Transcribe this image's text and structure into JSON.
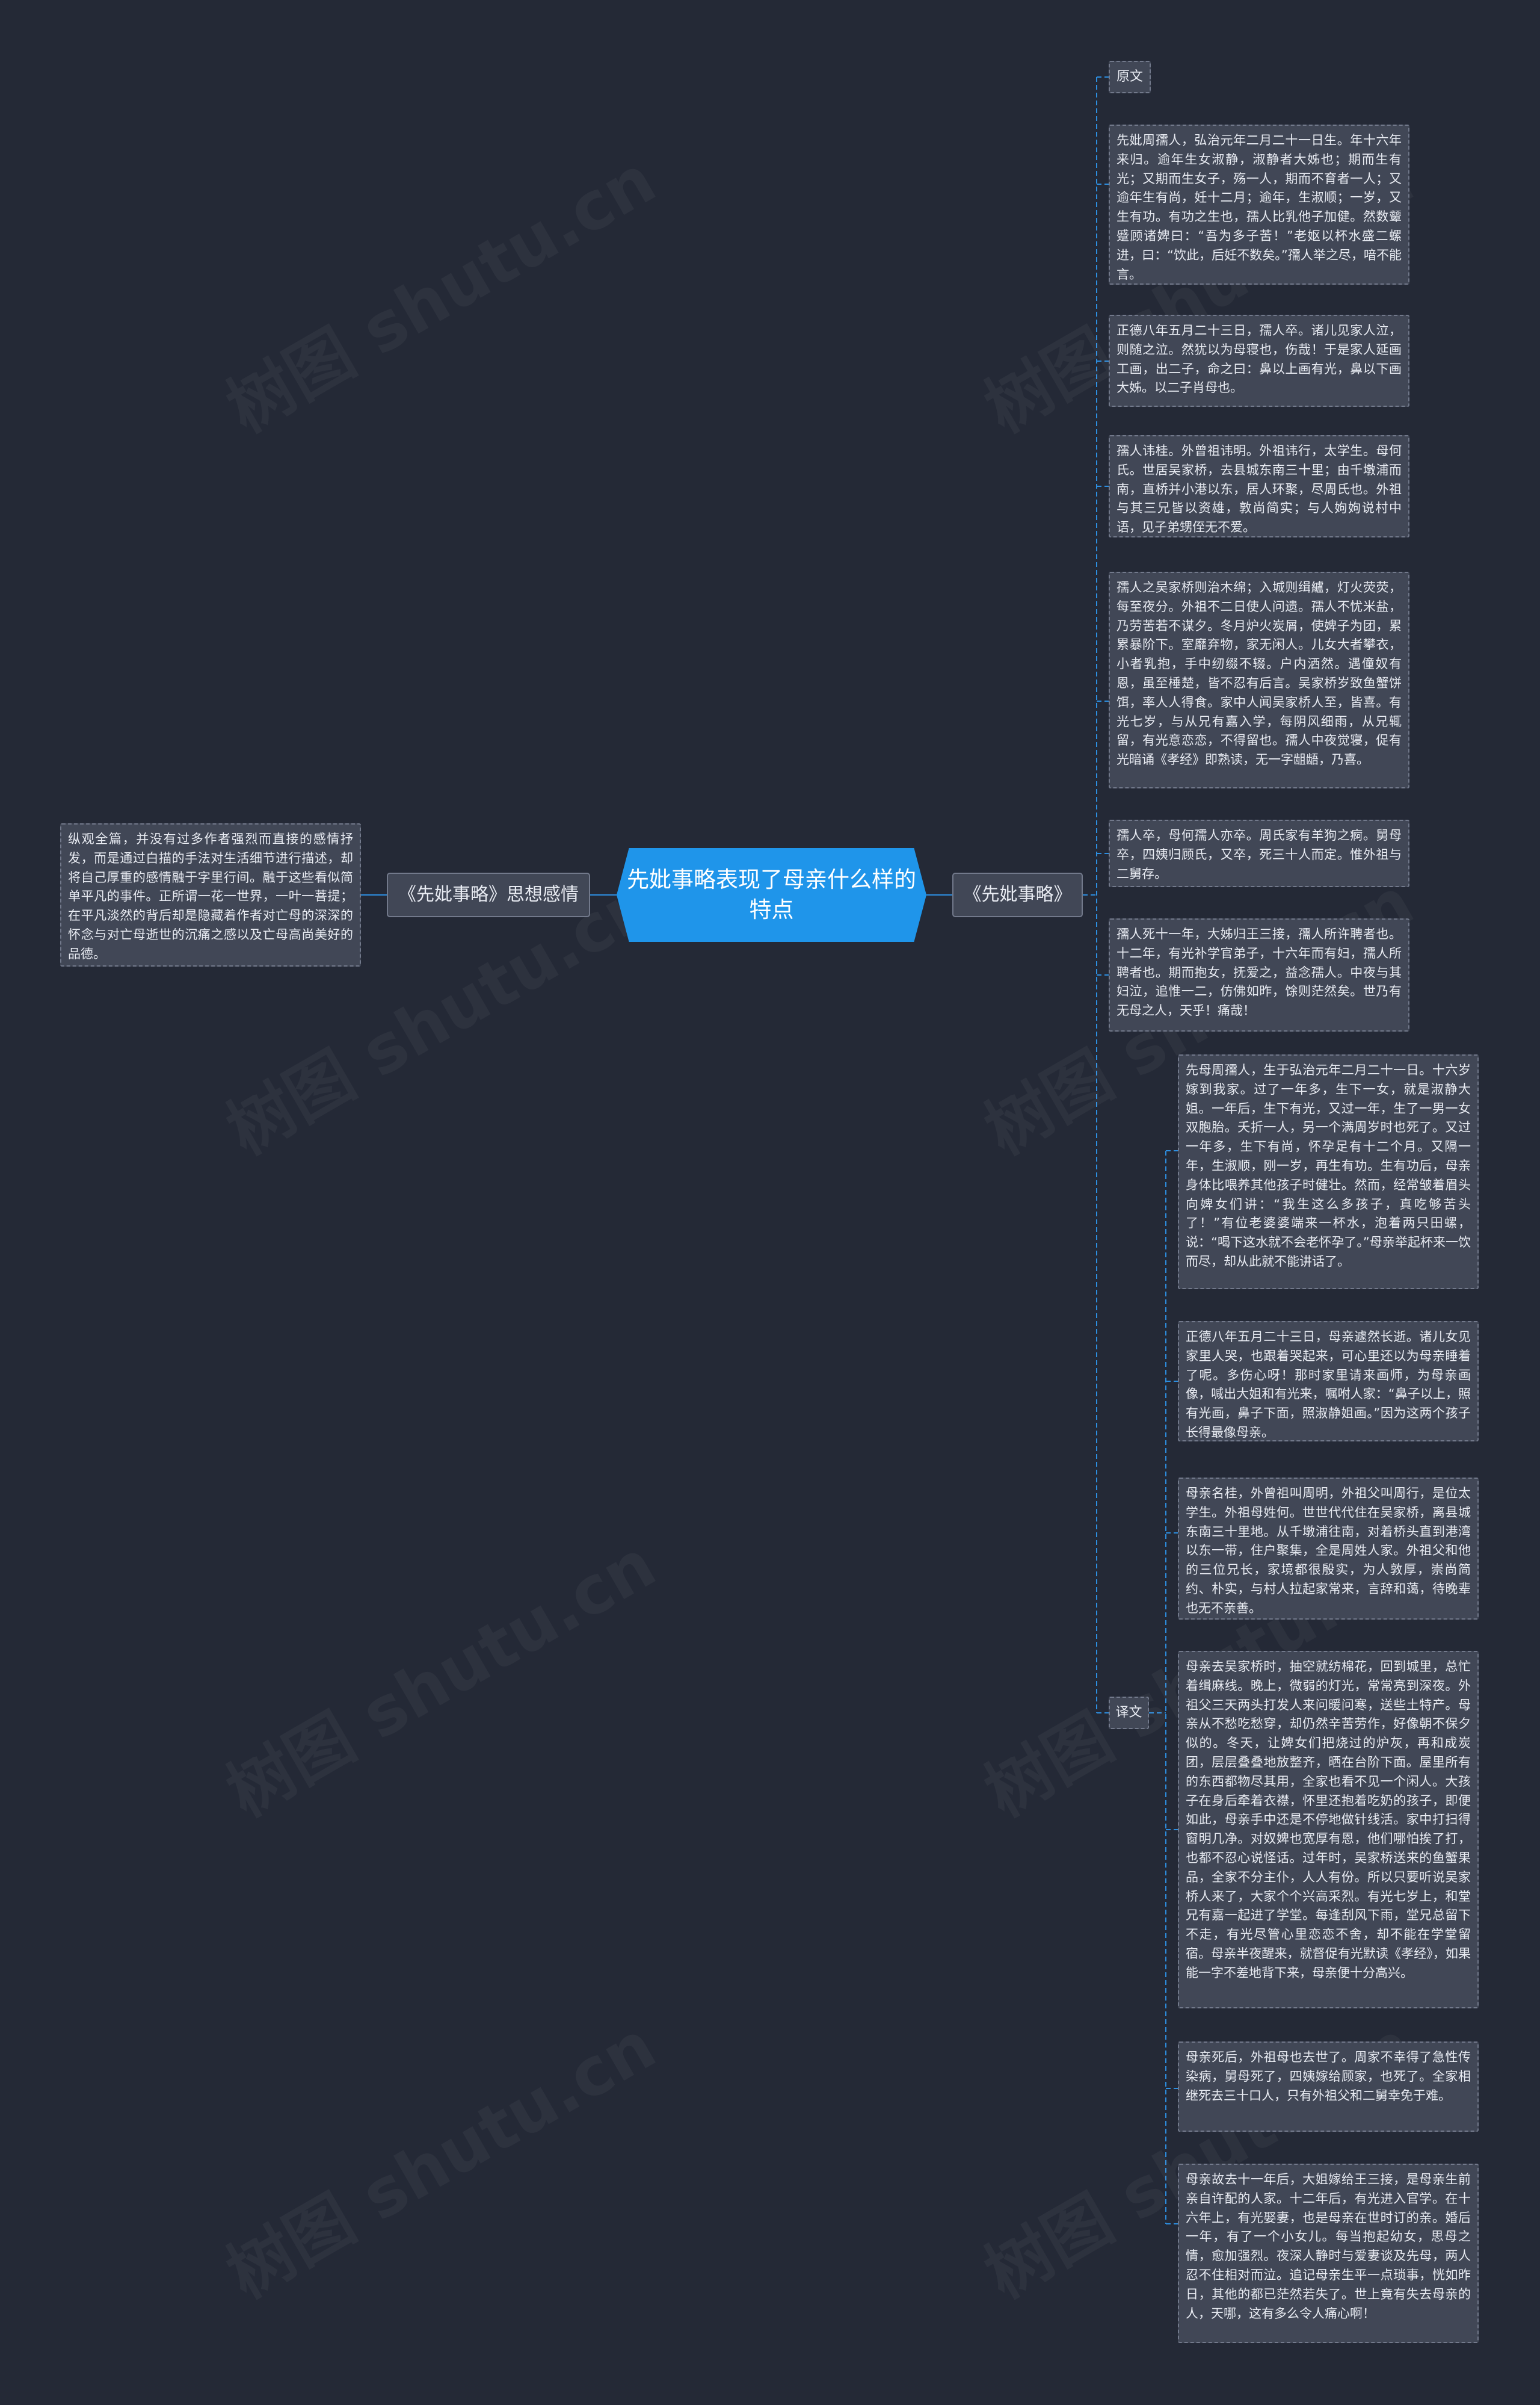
{
  "root": {
    "title": "先妣事略表现了母亲什么样的特点"
  },
  "left_branch": {
    "label": "《先妣事略》思想感情",
    "text": "纵观全篇，并没有过多作者强烈而直接的感情抒发，而是通过白描的手法对生活细节进行描述，却将自己厚重的感情融于字里行间。融于这些看似简单平凡的事件。正所谓一花一世界，一叶一菩提；在平凡淡然的背后却是隐藏着作者对亡母的深深的怀念与对亡母逝世的沉痛之感以及亡母高尚美好的品德。"
  },
  "right_branch": {
    "label": "《先妣事略》",
    "original": {
      "label": "原文",
      "paragraphs": [
        "先妣周孺人，弘治元年二月二十一日生。年十六年来归。逾年生女淑静，淑静者大姊也；期而生有光；又期而生女子，殇一人，期而不育者一人；又逾年生有尚，妊十二月；逾年，生淑顺；一岁，又生有功。有功之生也，孺人比乳他子加健。然数颦蹙顾诸婢曰：“吾为多子苦！”老妪以杯水盛二螺进，曰：“饮此，后妊不数矣。”孺人举之尽，喑不能言。",
        "正德八年五月二十三日，孺人卒。诸儿见家人泣，则随之泣。然犹以为母寝也，伤哉！于是家人延画工画，出二子，命之曰：鼻以上画有光，鼻以下画大姊。以二子肖母也。",
        "孺人讳桂。外曾祖讳明。外祖讳行，太学生。母何氏。世居吴家桥，去县城东南三十里；由千墩浦而南，直桥并小港以东，居人环聚，尽周氏也。外祖与其三兄皆以资雄，敦尚简实；与人姁姁说村中语，见子弟甥侄无不爱。",
        "孺人之吴家桥则治木绵；入城则缉纑，灯火荧荧，每至夜分。外祖不二日使人问遗。孺人不忧米盐，乃劳苦若不谋夕。冬月炉火炭屑，使婢子为团，累累暴阶下。室靡弃物，家无闲人。儿女大者攀衣，小者乳抱，手中纫缀不辍。户内洒然。遇僮奴有恩，虽至棰楚，皆不忍有后言。吴家桥岁致鱼蟹饼饵，率人人得食。家中人闻吴家桥人至，皆喜。有光七岁，与从兄有嘉入学，每阴风细雨，从兄辄留，有光意恋恋，不得留也。孺人中夜觉寝，促有光暗诵《孝经》即熟读，无一字龃龉，乃喜。",
        "孺人卒，母何孺人亦卒。周氏家有羊狗之痾。舅母卒，四姨归顾氏，又卒，死三十人而定。惟外祖与二舅存。",
        "孺人死十一年，大姊归王三接，孺人所许聘者也。十二年，有光补学官弟子，十六年而有妇，孺人所聘者也。期而抱女，抚爱之，益念孺人。中夜与其妇泣，追惟一二，仿佛如昨，馀则茫然矣。世乃有无母之人，天乎！痛哉！"
      ]
    },
    "translation": {
      "label": "译文",
      "paragraphs": [
        "先母周孺人，生于弘治元年二月二十一日。十六岁嫁到我家。过了一年多，生下一女，就是淑静大姐。一年后，生下有光，又过一年，生了一男一女双胞胎。夭折一人，另一个满周岁时也死了。又过一年多，生下有尚，怀孕足有十二个月。又隔一年，生淑顺，刚一岁，再生有功。生有功后，母亲身体比喂养其他孩子时健壮。然而，经常皱着眉头向婢女们讲：“我生这么多孩子，真吃够苦头了！”有位老婆婆端来一杯水，泡着两只田螺，说：“喝下这水就不会老怀孕了。”母亲举起杯来一饮而尽，却从此就不能讲话了。",
        "正德八年五月二十三日，母亲遽然长逝。诸儿女见家里人哭，也跟着哭起来，可心里还以为母亲睡着了呢。多伤心呀！那时家里请来画师，为母亲画像，喊出大姐和有光来，嘱咐人家：“鼻子以上，照有光画，鼻子下面，照淑静姐画。”因为这两个孩子长得最像母亲。",
        "母亲名桂，外曾祖叫周明，外祖父叫周行，是位太学生。外祖母姓何。世世代代住在吴家桥，离县城东南三十里地。从千墩浦往南，对着桥头直到港湾以东一带，住户聚集，全是周姓人家。外祖父和他的三位兄长，家境都很殷实，为人敦厚，崇尚简约、朴实，与村人拉起家常来，言辞和蔼，待晚辈也无不亲善。",
        "母亲去吴家桥时，抽空就纺棉花，回到城里，总忙着缉麻线。晚上，微弱的灯光，常常亮到深夜。外祖父三天两头打发人来问暖问寒，送些土特产。母亲从不愁吃愁穿，却仍然辛苦劳作，好像朝不保夕似的。冬天，让婢女们把烧过的炉灰，再和成炭团，层层叠叠地放整齐，晒在台阶下面。屋里所有的东西都物尽其用，全家也看不见一个闲人。大孩子在身后牵着衣襟，怀里还抱着吃奶的孩子，即便如此，母亲手中还是不停地做针线活。家中打扫得窗明几净。对奴婢也宽厚有恩，他们哪怕挨了打，也都不忍心说怪话。过年时，吴家桥送来的鱼蟹果品，全家不分主仆，人人有份。所以只要听说吴家桥人来了，大家个个兴高采烈。有光七岁上，和堂兄有嘉一起进了学堂。每逢刮风下雨，堂兄总留下不走，有光尽管心里恋恋不舍，却不能在学堂留宿。母亲半夜醒来，就督促有光默读《孝经》，如果能一字不差地背下来，母亲便十分高兴。",
        "母亲死后，外祖母也去世了。周家不幸得了急性传染病，舅母死了，四姨嫁给顾家，也死了。全家相继死去三十口人，只有外祖父和二舅幸免于难。",
        "母亲故去十一年后，大姐嫁给王三接，是母亲生前亲自许配的人家。十二年后，有光进入官学。在十六年上，有光娶妻，也是母亲在世时订的亲。婚后一年，有了一个小女儿。每当抱起幼女，思母之情，愈加强烈。夜深人静时与爱妻谈及先母，两人忍不住相对而泣。追记母亲生平一点琐事，恍如昨日，其他的都已茫然若失了。世上竟有失去母亲的人，天哪，这有多么令人痛心啊！"
      ]
    }
  },
  "watermark": "树图 shutu.cn",
  "colors": {
    "background": "#242936",
    "root_fill": "#1f95ea",
    "node_fill": "#414756",
    "node_border": "#72798b",
    "line": "#2d8ee0"
  }
}
